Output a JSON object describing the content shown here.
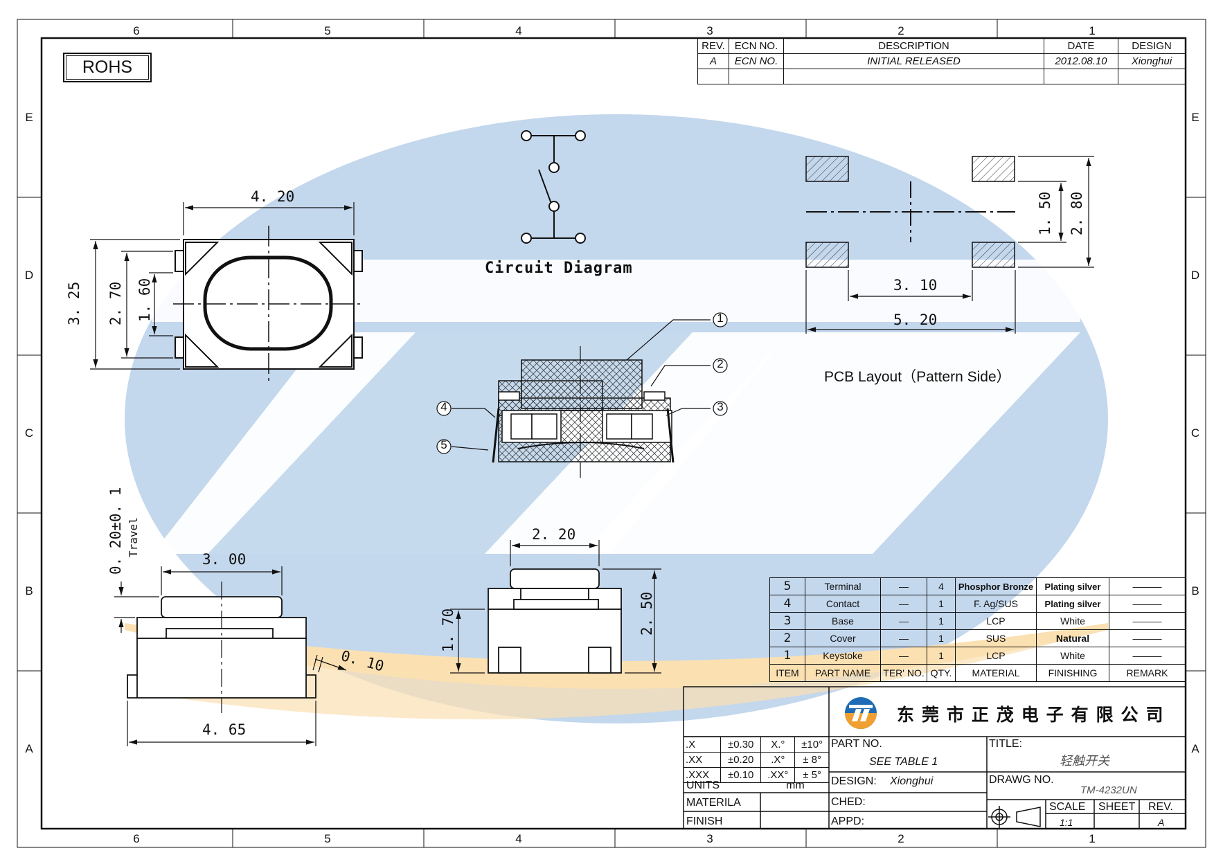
{
  "rohs": "ROHS",
  "zones": {
    "top_numbers": [
      "6",
      "5",
      "4",
      "3",
      "2",
      "1"
    ],
    "side_letters": [
      "E",
      "D",
      "C",
      "B",
      "A"
    ]
  },
  "revision_table": {
    "headers": [
      "REV.",
      "ECN NO.",
      "DESCRIPTION",
      "DATE",
      "DESIGN"
    ],
    "rows": [
      [
        "A",
        "ECN NO.",
        "INITIAL RELEASED",
        "2012.08.10",
        "Xionghui"
      ]
    ]
  },
  "views": {
    "circuit_title": "Circuit Diagram",
    "pcb_title": "PCB  Layout（Pattern Side）",
    "top_view": {
      "width": "4. 20",
      "height_outer": "3. 25",
      "height_mid": "2. 70",
      "height_inner": "1. 60"
    },
    "pcb_dims": {
      "pad_pitch_x": "3. 10",
      "overall_x": "5. 20",
      "pad_pitch_y": "1. 50",
      "overall_y": "2. 80"
    },
    "side_view": {
      "travel_value": "0. 20±0. 1",
      "travel_label": "Travel",
      "top_width": "3. 00",
      "base_width": "4. 65",
      "terminal_thk": "0. 10"
    },
    "front_view": {
      "cap_width": "2. 20",
      "body_height": "1. 70",
      "total_height": "2. 50"
    },
    "balloons": [
      "1",
      "2",
      "3",
      "4",
      "5"
    ]
  },
  "parts_table": {
    "headers": [
      "ITEM",
      "PART NAME",
      "TER' NO.",
      "QTY.",
      "MATERIAL",
      "FINISHING",
      "REMARK"
    ],
    "rows": [
      {
        "item": "5",
        "name": "Terminal",
        "ter": "—",
        "qty": "4",
        "material": "Phosphor Bronze",
        "finishing": "Plating silver"
      },
      {
        "item": "4",
        "name": "Contact",
        "ter": "—",
        "qty": "1",
        "material": "F. Ag/SUS",
        "finishing": "Plating silver"
      },
      {
        "item": "3",
        "name": "Base",
        "ter": "—",
        "qty": "1",
        "material": "LCP",
        "finishing": "White"
      },
      {
        "item": "2",
        "name": "Cover",
        "ter": "—",
        "qty": "1",
        "material": "SUS",
        "finishing": "Natural"
      },
      {
        "item": "1",
        "name": "Keystoke",
        "ter": "—",
        "qty": "1",
        "material": "LCP",
        "finishing": "White"
      }
    ]
  },
  "title_block": {
    "company": "东 莞 市 正 茂 电 子 有 限 公 司",
    "tolerances": [
      {
        "f": ".X",
        "v": "±0.30",
        "a": "X.°",
        "av": "±10°"
      },
      {
        "f": ".XX",
        "v": "±0.20",
        "a": ".X°",
        "av": "± 8°"
      },
      {
        "f": ".XXX",
        "v": "±0.10",
        "a": ".XX°",
        "av": "± 5°"
      }
    ],
    "units_label": "UNITS",
    "units_value": "mm",
    "material_label": "MATERILA",
    "finish_label": "FINISH",
    "part_no_label": "PART NO.",
    "part_no_value": "SEE TABLE 1",
    "design_label": "DESIGN:",
    "design_value": "Xionghui",
    "checked_label": "CHED:",
    "approved_label": "APPD:",
    "title_label": "TITLE:",
    "title_value": "轻触开关",
    "drawing_no_label": "DRAWG NO.",
    "drawing_no_value": "TM-4232UN",
    "scale_label": "SCALE",
    "scale_value": "1:1",
    "sheet_label": "SHEET",
    "rev_label": "REV.",
    "rev_value": "A"
  },
  "colors": {
    "watermark_blue": "#bcd3eb",
    "watermark_orange": "#fbe0b2",
    "logo_blue": "#1e6cb5",
    "logo_orange": "#f0a030"
  }
}
